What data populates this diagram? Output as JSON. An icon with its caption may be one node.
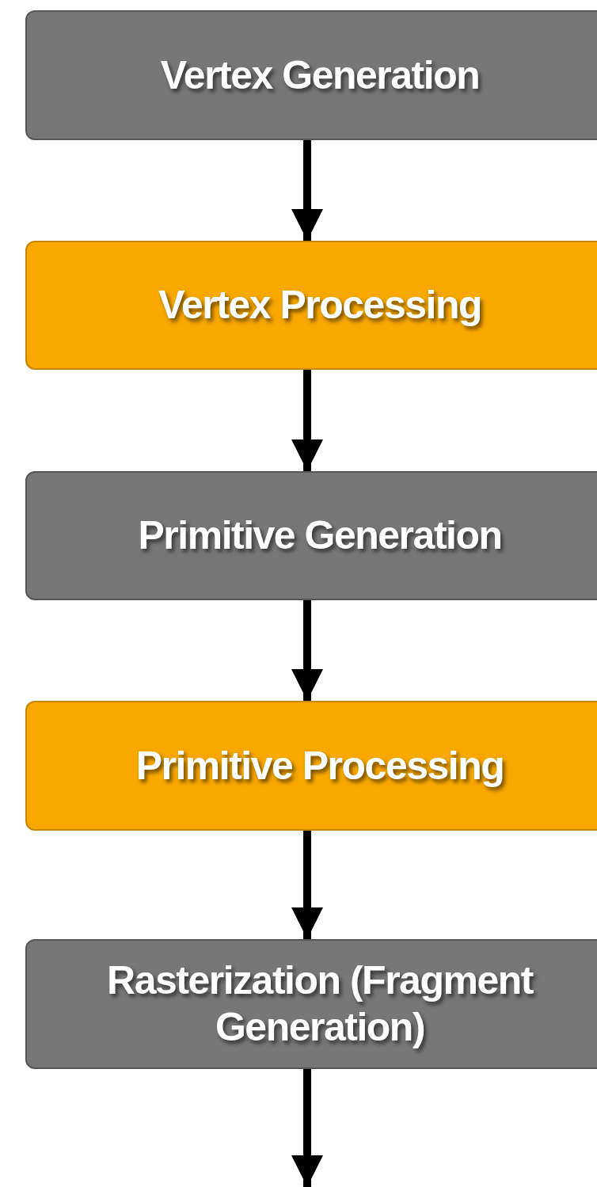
{
  "diagram": {
    "nodes": [
      {
        "text": [
          "Vertex Generation"
        ]
      },
      {
        "text": [
          "Vertex Processing"
        ]
      },
      {
        "text": [
          "Primitive Generation"
        ]
      },
      {
        "text": [
          "Primitive Processing"
        ]
      },
      {
        "text": [
          "Rasterization (Fragment Generation)"
        ]
      }
    ],
    "edges": [
      {
        "from": 0,
        "to": 1,
        "arrow": "to"
      },
      {
        "from": 1,
        "to": 2,
        "arrow": "to"
      },
      {
        "from": 2,
        "to": 3,
        "arrow": "to"
      },
      {
        "from": 3,
        "to": 4,
        "arrow": "to"
      },
      {
        "from": 4,
        "to": null,
        "arrow": "to"
      }
    ]
  }
}
